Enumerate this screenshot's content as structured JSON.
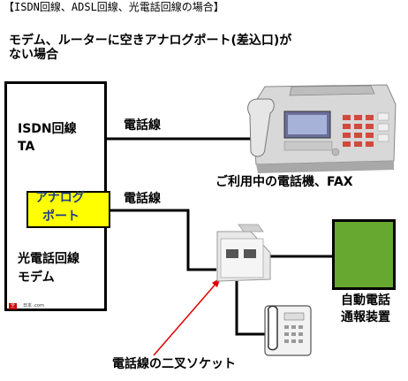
{
  "header": "【ISDN回線、ADSL回線、光電話回線の場合】",
  "subtitle": {
    "line1": "モデム、ルーターに空きアナログポート(差込口)が",
    "line2": "ない場合"
  },
  "ta_box": {
    "isdn_line1": "ISDN回線",
    "isdn_line2": "TA",
    "analog_line1": "アナログ",
    "analog_line2": "ポート",
    "modem_line1": "光電話回線",
    "modem_line2": "モデム",
    "logo_text": "全日本 .com"
  },
  "lines": {
    "label_top": "電話線",
    "label_bottom": "電話線"
  },
  "fax": {
    "caption": "ご利用中の電話機、FAX"
  },
  "socket": {
    "caption": "電話線の二叉ソケット"
  },
  "device": {
    "label_line1": "自動電話",
    "label_line2": "通報装置"
  },
  "colors": {
    "analog_fill": "#ffff00",
    "analog_text": "#1f3c8c",
    "device_fill": "#66a830",
    "arrow": "#e00000"
  }
}
